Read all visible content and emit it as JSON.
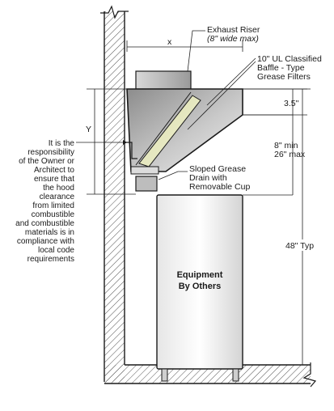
{
  "labels": {
    "exhaust_riser": "Exhaust Riser",
    "exhaust_riser_note": "(8\" wide max)",
    "x_dim": "x",
    "filters_line1": "10\" UL Classified",
    "filters_line2": "Baffle - Type",
    "filters_line3": "Grease Filters",
    "dim_3_5": "3.5\"",
    "y_dim": "Y",
    "dim_8_min": "8\" min",
    "dim_26_max": "26\" max",
    "drain_line1": "Sloped Grease",
    "drain_line2": "Drain with",
    "drain_line3": "Removable Cup",
    "note_lines": [
      "It is the",
      "responsibility",
      "of the Owner or",
      "Architect to",
      "ensure that",
      "the hood",
      "clearance",
      "from limited",
      "combustible",
      "and combustible",
      "materials is in",
      "compliance with",
      "local code",
      "requirements"
    ],
    "dim_48": "48\" Typ",
    "equipment_line1": "Equipment",
    "equipment_line2": "By Others"
  },
  "colors": {
    "line": "#1a1a1a",
    "hatch": "#555555",
    "hood_dark": "#8c8c8c",
    "hood_light": "#e9e9e9",
    "filter_yellow": "#e6e8b8"
  }
}
